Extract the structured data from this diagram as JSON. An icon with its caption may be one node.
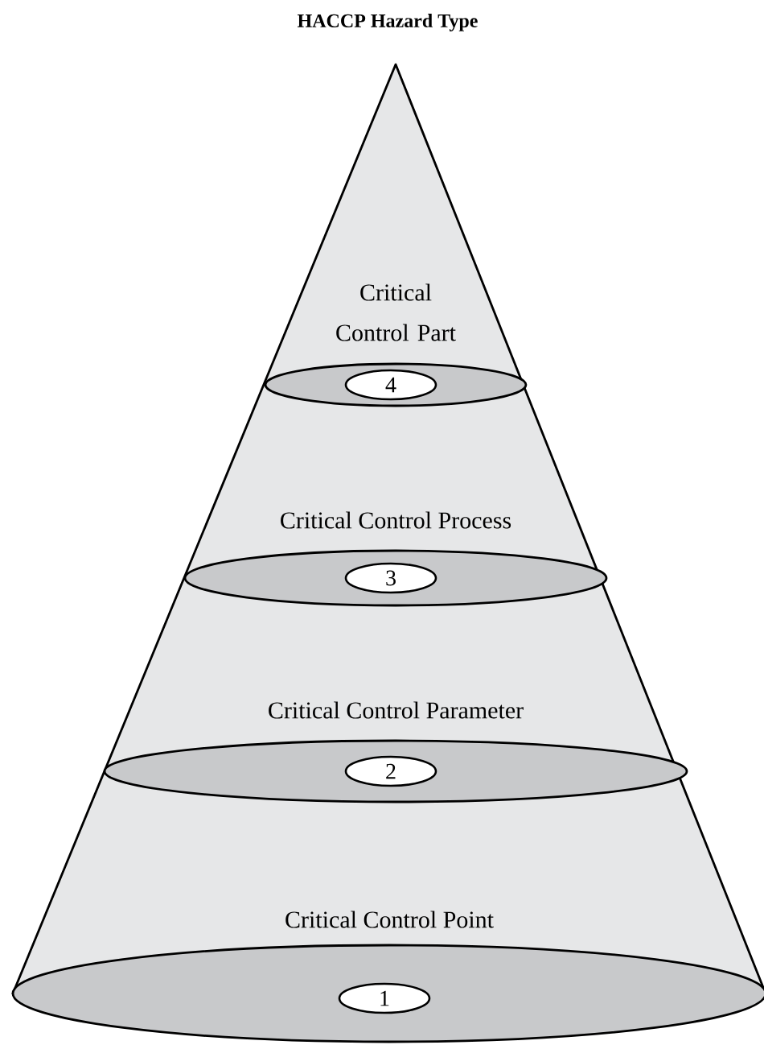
{
  "diagram": {
    "title": "HACCP Hazard Type",
    "nodes": [
      {
        "text": [
          "Critical Control Part"
        ]
      },
      {
        "text": [
          "4"
        ],
        "in": 0
      },
      {
        "text": [
          "Critical Control Process"
        ]
      },
      {
        "text": [
          "3"
        ],
        "in": 2
      },
      {
        "text": [
          "Critical Control Parameter"
        ]
      },
      {
        "text": [
          "2"
        ],
        "in": 4
      },
      {
        "text": [
          "Critical Control Point"
        ]
      },
      {
        "text": [
          "1"
        ],
        "in": 6
      }
    ]
  }
}
